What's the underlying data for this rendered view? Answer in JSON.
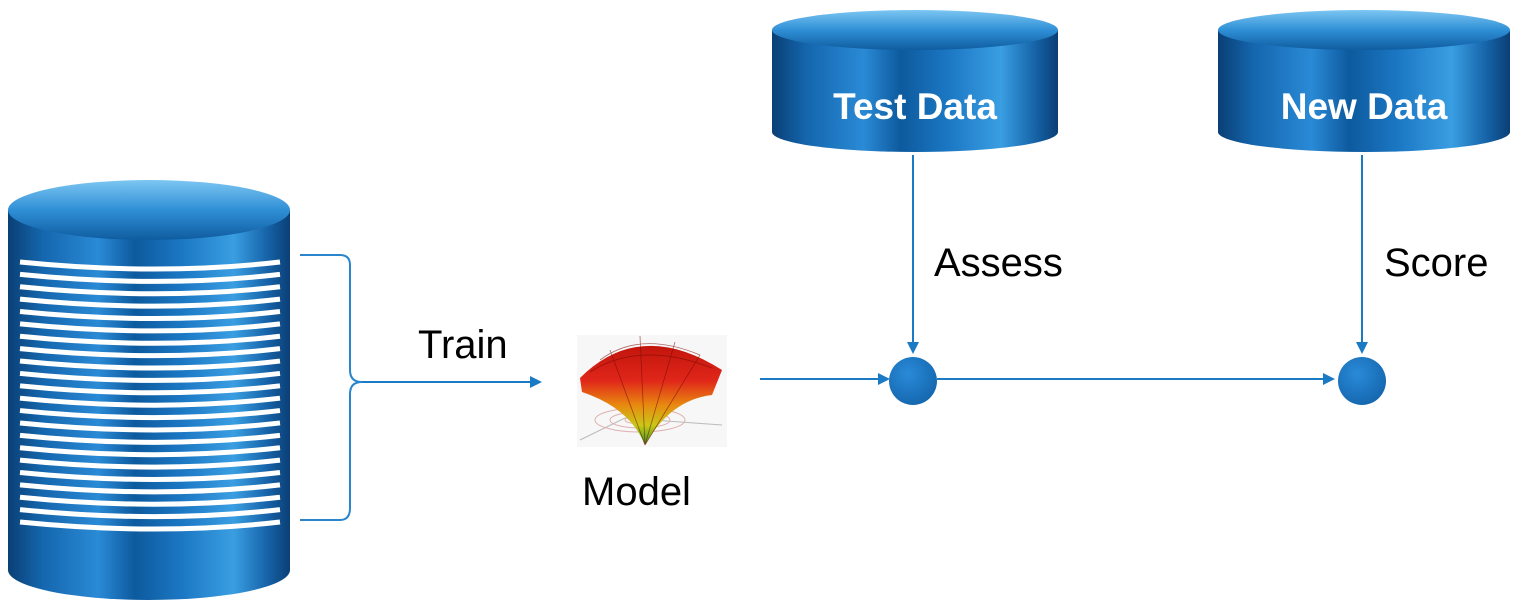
{
  "labels": {
    "test_data": "Test Data",
    "new_data": "New Data",
    "train": "Train",
    "model": "Model",
    "assess": "Assess",
    "score": "Score"
  },
  "colors": {
    "cylinder_dark": "#0a4f8c",
    "cylinder_mid": "#1a78c2",
    "cylinder_light": "#5fb4ea",
    "arrow": "#1b7ac4",
    "node": "#1a75c0",
    "bracket": "#2a85cc"
  },
  "icons": {
    "model_icon": "3d-surface-plot-icon"
  }
}
